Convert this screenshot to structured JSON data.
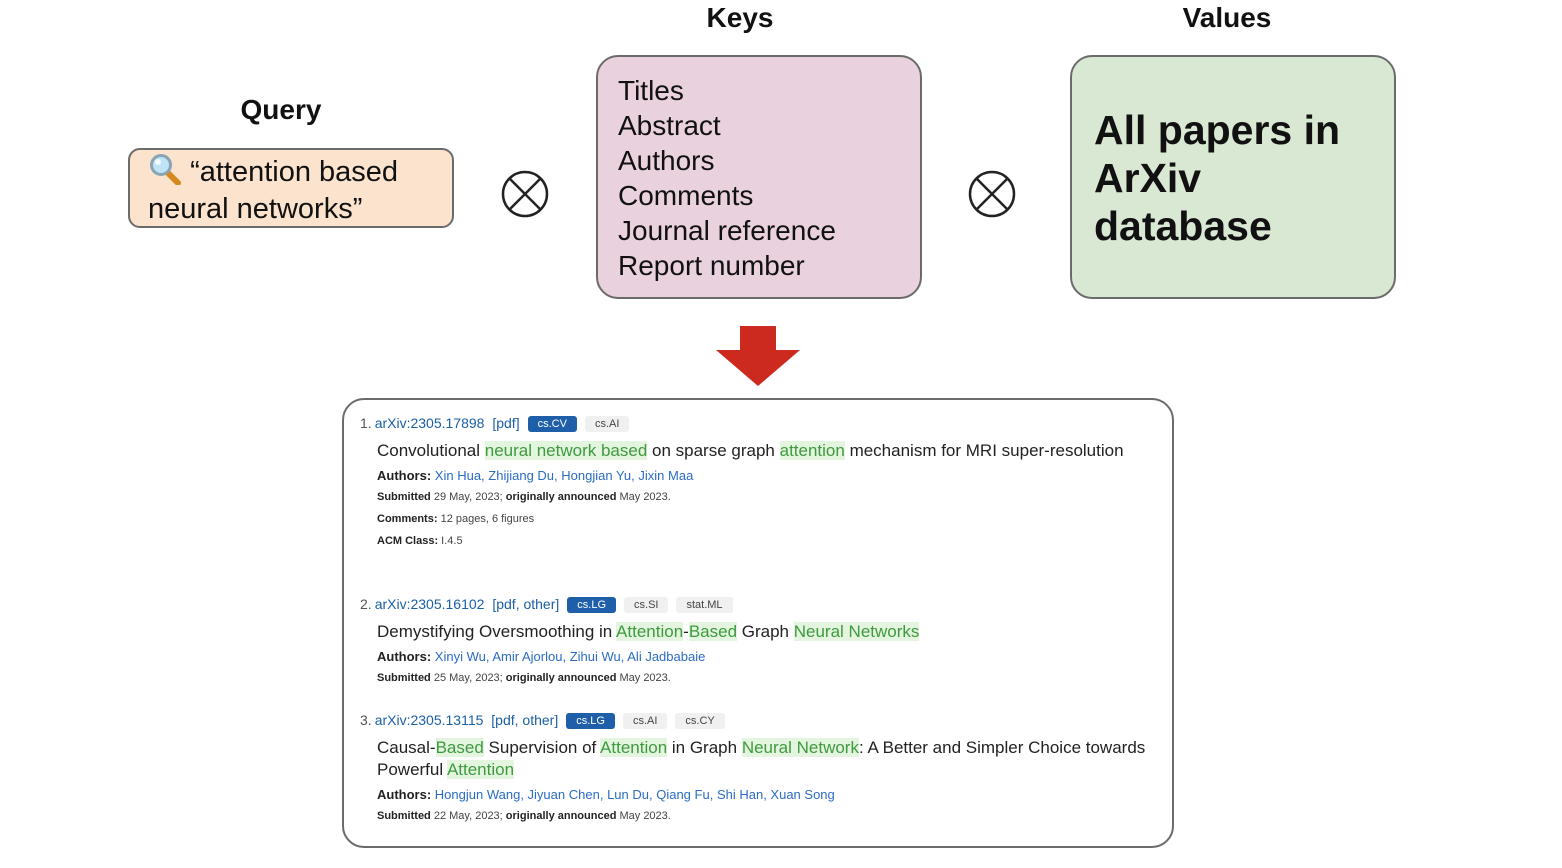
{
  "headings": {
    "query": "Query",
    "keys": "Keys",
    "values": "Values"
  },
  "query": {
    "icon": "magnifier-icon",
    "text": "“attention based neural networks”"
  },
  "keys": [
    "Titles",
    "Abstract",
    "Authors",
    "Comments",
    "Journal reference",
    "Report number"
  ],
  "values": {
    "text": "All papers in ArXiv database"
  },
  "operator_icon": "otimes-icon",
  "arrow_color": "#cc2a1e",
  "results": [
    {
      "index": "1.",
      "arxiv_id": "arXiv:2305.17898",
      "links": "[pdf]",
      "categories": [
        {
          "label": "cs.CV",
          "primary": true
        },
        {
          "label": "cs.AI",
          "primary": false
        }
      ],
      "title_parts": [
        {
          "text": "Convolutional ",
          "hl": false
        },
        {
          "text": "neural network based",
          "hl": true
        },
        {
          "text": " on sparse graph ",
          "hl": false
        },
        {
          "text": "attention",
          "hl": true
        },
        {
          "text": " mechanism for MRI super-resolution",
          "hl": false
        }
      ],
      "authors_label": "Authors:",
      "authors": [
        "Xin Hua",
        "Zhijiang Du",
        "Hongjian Yu",
        "Jixin Maa"
      ],
      "submitted_label": "Submitted",
      "submitted": "29 May, 2023;",
      "announced_label": "originally announced",
      "announced": "May 2023.",
      "extra": [
        {
          "label": "Comments:",
          "value": "12 pages, 6 figures"
        },
        {
          "label": "ACM Class:",
          "value": "I.4.5"
        }
      ]
    },
    {
      "index": "2.",
      "arxiv_id": "arXiv:2305.16102",
      "links": "[pdf, other]",
      "categories": [
        {
          "label": "cs.LG",
          "primary": true
        },
        {
          "label": "cs.SI",
          "primary": false
        },
        {
          "label": "stat.ML",
          "primary": false
        }
      ],
      "title_parts": [
        {
          "text": "Demystifying Oversmoothing in ",
          "hl": false
        },
        {
          "text": "Attention",
          "hl": true
        },
        {
          "text": "-",
          "hl": false
        },
        {
          "text": "Based",
          "hl": true
        },
        {
          "text": " Graph ",
          "hl": false
        },
        {
          "text": "Neural Networks",
          "hl": true
        }
      ],
      "authors_label": "Authors:",
      "authors": [
        "Xinyi Wu",
        "Amir Ajorlou",
        "Zihui Wu",
        "Ali Jadbabaie"
      ],
      "submitted_label": "Submitted",
      "submitted": "25 May, 2023;",
      "announced_label": "originally announced",
      "announced": "May 2023.",
      "extra": []
    },
    {
      "index": "3.",
      "arxiv_id": "arXiv:2305.13115",
      "links": "[pdf, other]",
      "categories": [
        {
          "label": "cs.LG",
          "primary": true
        },
        {
          "label": "cs.AI",
          "primary": false
        },
        {
          "label": "cs.CY",
          "primary": false
        }
      ],
      "title_parts": [
        {
          "text": "Causal-",
          "hl": false
        },
        {
          "text": "Based",
          "hl": true
        },
        {
          "text": " Supervision of ",
          "hl": false
        },
        {
          "text": "Attention",
          "hl": true
        },
        {
          "text": " in Graph ",
          "hl": false
        },
        {
          "text": "Neural Network",
          "hl": true
        },
        {
          "text": ": A Better and Simpler Choice towards Powerful ",
          "hl": false
        },
        {
          "text": "Attention",
          "hl": true
        }
      ],
      "authors_label": "Authors:",
      "authors": [
        "Hongjun Wang",
        "Jiyuan Chen",
        "Lun Du",
        "Qiang Fu",
        "Shi Han",
        "Xuan Song"
      ],
      "submitted_label": "Submitted",
      "submitted": "22 May, 2023;",
      "announced_label": "originally announced",
      "announced": "May 2023.",
      "extra": []
    }
  ]
}
